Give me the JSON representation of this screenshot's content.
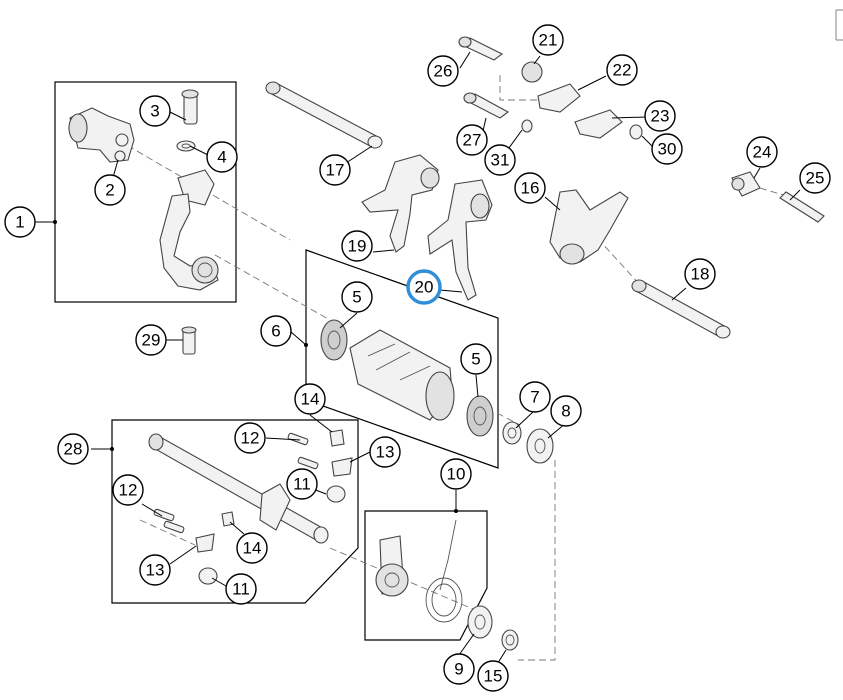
{
  "highlight_color": "#2f8fd8",
  "highlighted_part": "20",
  "labels": {
    "p1": "1",
    "p2": "2",
    "p3": "3",
    "p4": "4",
    "p5a": "5",
    "p5b": "5",
    "p6": "6",
    "p7": "7",
    "p8": "8",
    "p9": "9",
    "p10": "10",
    "p11a": "11",
    "p11b": "11",
    "p12a": "12",
    "p12b": "12",
    "p13a": "13",
    "p13b": "13",
    "p14a": "14",
    "p14b": "14",
    "p15": "15",
    "p16": "16",
    "p17": "17",
    "p18": "18",
    "p19": "19",
    "p20": "20",
    "p21": "21",
    "p22": "22",
    "p23": "23",
    "p24": "24",
    "p25": "25",
    "p26": "26",
    "p27": "27",
    "p28": "28",
    "p29": "29",
    "p30": "30",
    "p31": "31"
  }
}
